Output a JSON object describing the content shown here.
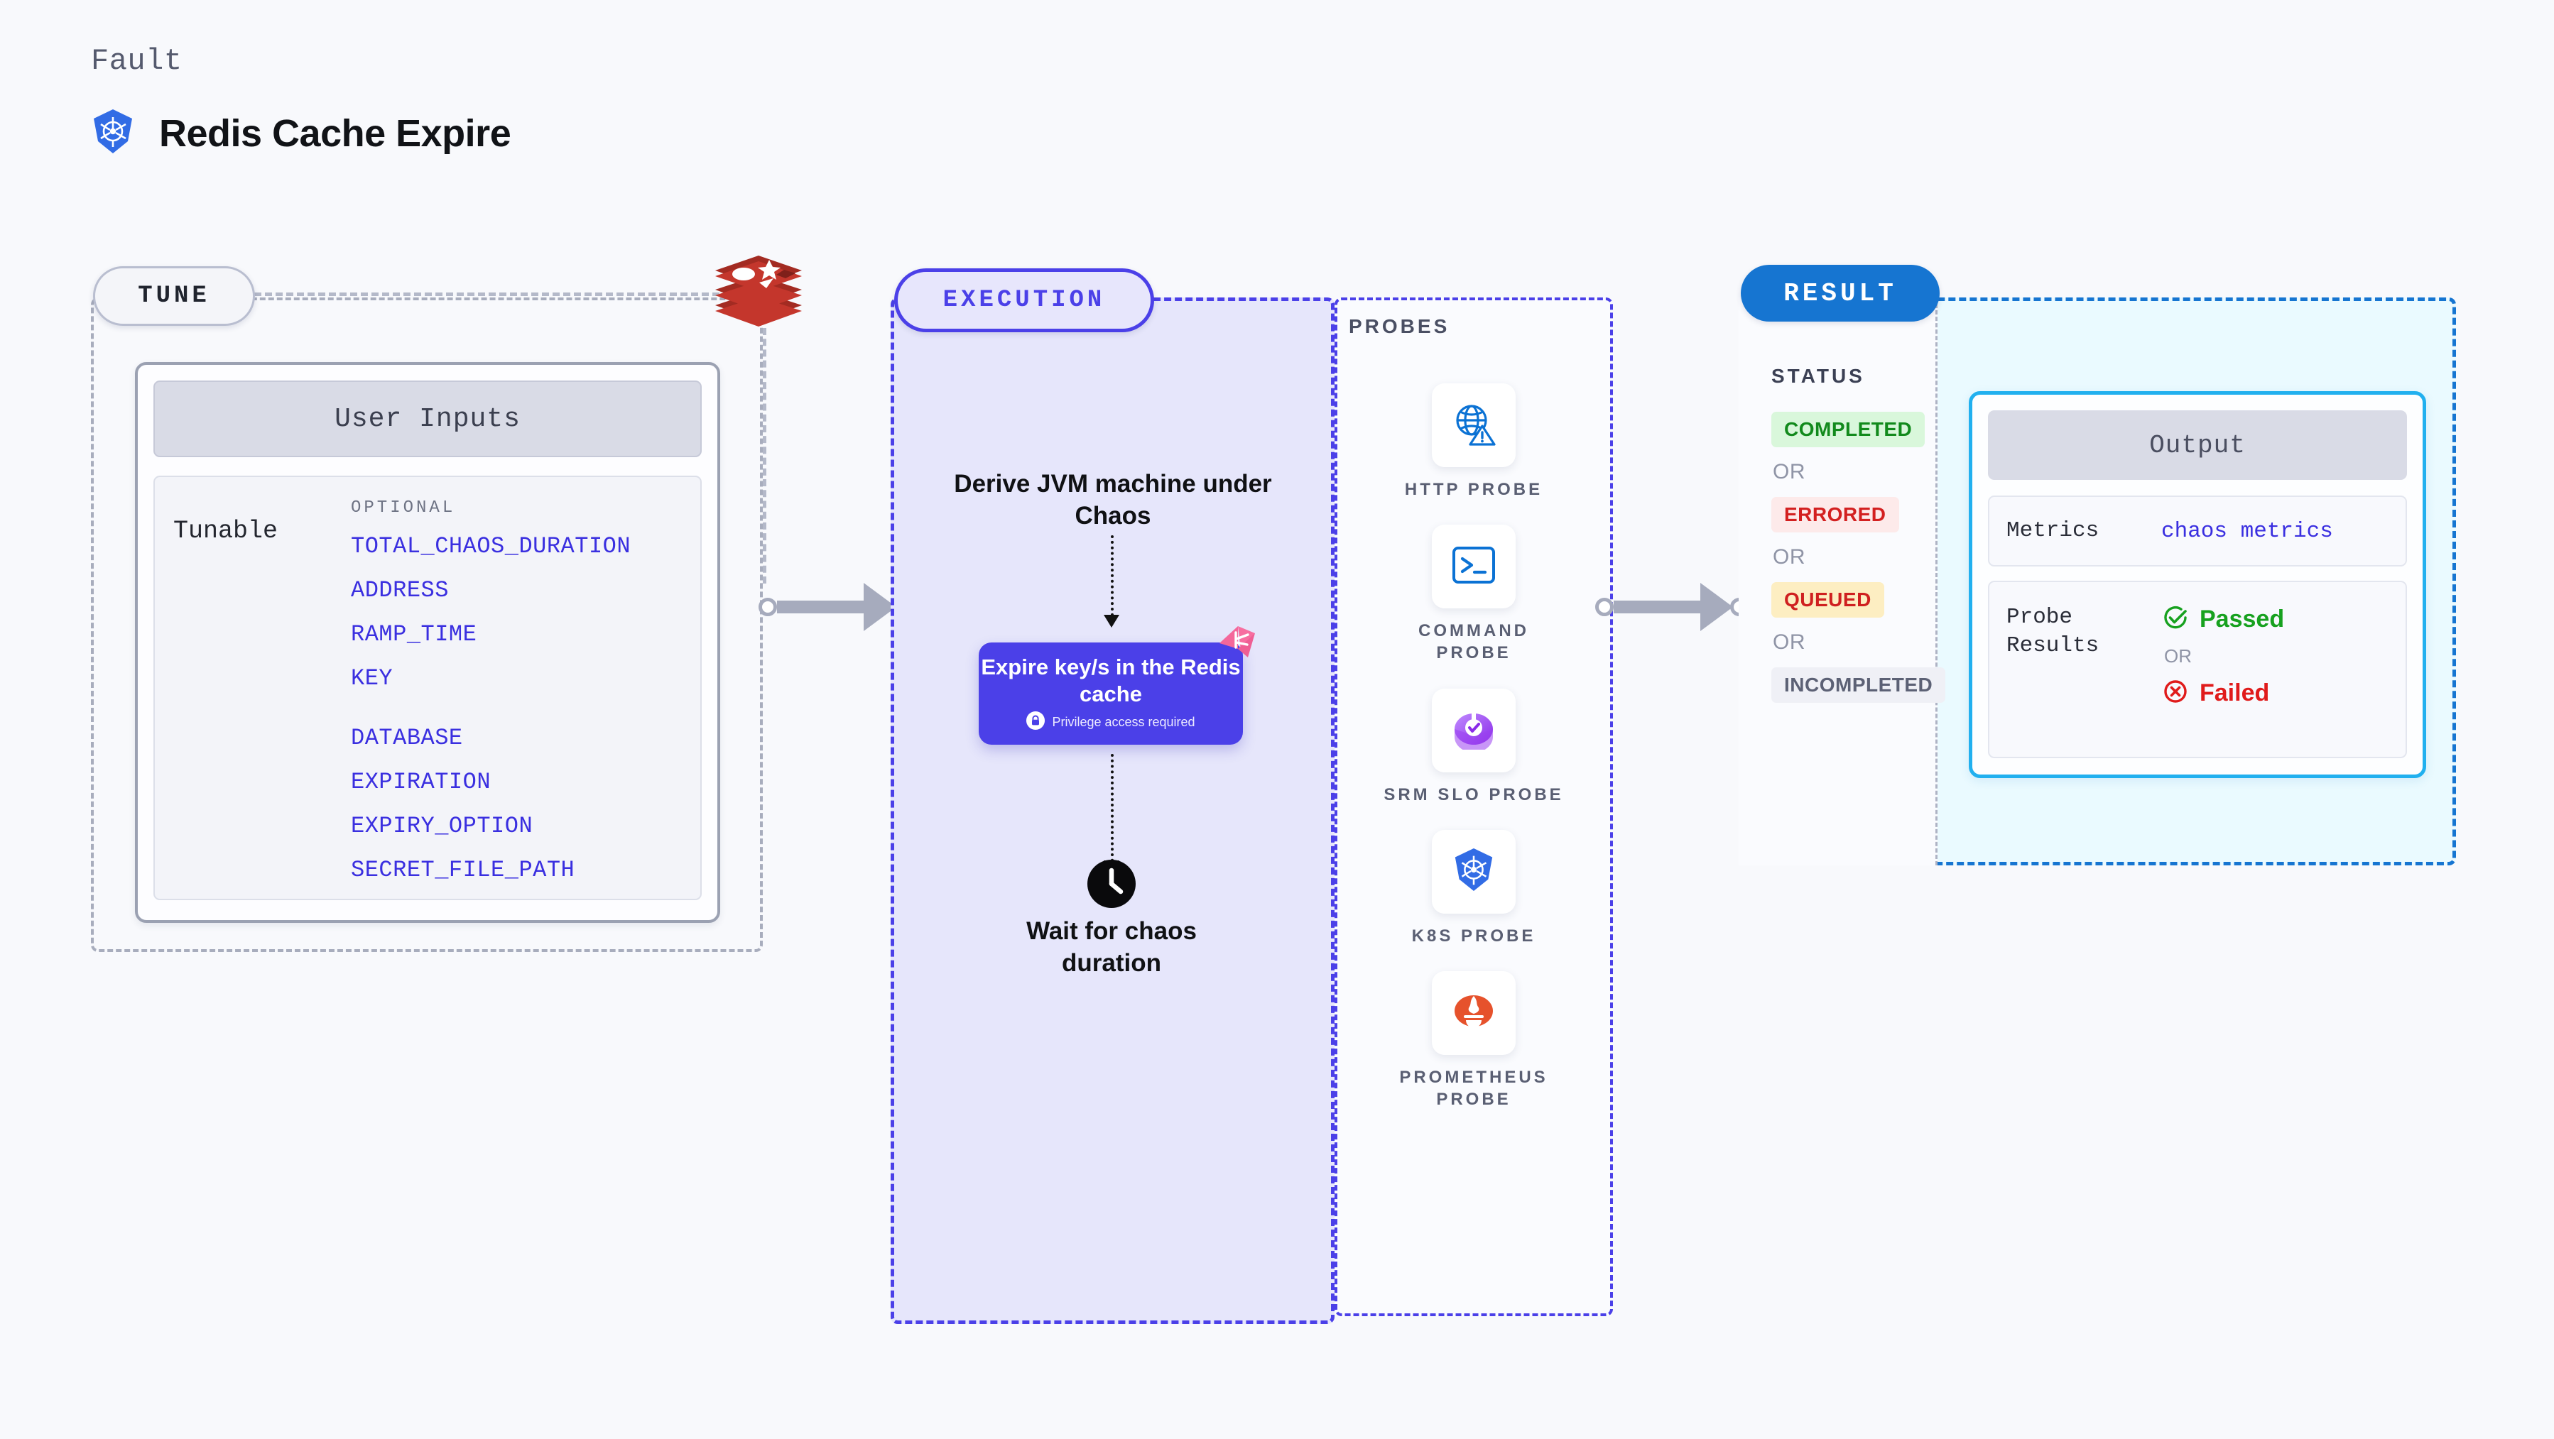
{
  "header": {
    "kicker": "Fault",
    "title": "Redis Cache Expire",
    "icon": "kubernetes-icon"
  },
  "tune": {
    "badge": "TUNE",
    "source_icon": "redis-logo",
    "card_title": "User Inputs",
    "tunable_label": "Tunable",
    "group_label": "OPTIONAL",
    "items": [
      "TOTAL_CHAOS_DURATION",
      "ADDRESS",
      "RAMP_TIME",
      "KEY",
      "DATABASE",
      "EXPIRATION",
      "EXPIRY_OPTION",
      "SECRET_FILE_PATH"
    ]
  },
  "execution": {
    "badge": "EXECUTION",
    "derive_step": "Derive JVM machine under Chaos",
    "action_title": "Expire key/s in the Redis cache",
    "privilege_note": "Privilege access required",
    "privilege_icon": "lock-icon",
    "ribbon_icon": "chaos-ribbon-icon",
    "wait_step": "Wait for chaos duration",
    "wait_icon": "clock-icon"
  },
  "probes": {
    "label": "PROBES",
    "items": [
      {
        "label": "HTTP PROBE",
        "icon": "globe-warning-icon"
      },
      {
        "label": "COMMAND PROBE",
        "icon": "terminal-icon"
      },
      {
        "label": "SRM SLO PROBE",
        "icon": "slo-check-icon"
      },
      {
        "label": "K8S PROBE",
        "icon": "kubernetes-icon"
      },
      {
        "label": "PROMETHEUS PROBE",
        "icon": "prometheus-icon"
      }
    ]
  },
  "result": {
    "badge": "RESULT",
    "status_label": "STATUS",
    "or": "OR",
    "statuses": [
      {
        "label": "COMPLETED",
        "bg": "#d9f7db",
        "fg": "#128a1c"
      },
      {
        "label": "ERRORED",
        "bg": "#fdeaea",
        "fg": "#d32020"
      },
      {
        "label": "QUEUED",
        "bg": "#fdeec2",
        "fg": "#cf2020"
      },
      {
        "label": "INCOMPLETED",
        "bg": "#eff0f6",
        "fg": "#5c6175"
      }
    ],
    "output": {
      "title": "Output",
      "metrics_key": "Metrics",
      "metrics_value": "chaos metrics",
      "probe_results_key": "Probe Results",
      "passed": "Passed",
      "failed": "Failed",
      "passed_icon": "check-circle-icon",
      "failed_icon": "x-circle-icon"
    }
  },
  "colors": {
    "accent_indigo": "#4b40e8",
    "accent_blue": "#1675d1",
    "accent_cyan": "#21b0ef",
    "redis_red": "#b93229",
    "kubernetes_blue": "#326ce5",
    "ribbon_pink": "#f4679b"
  }
}
